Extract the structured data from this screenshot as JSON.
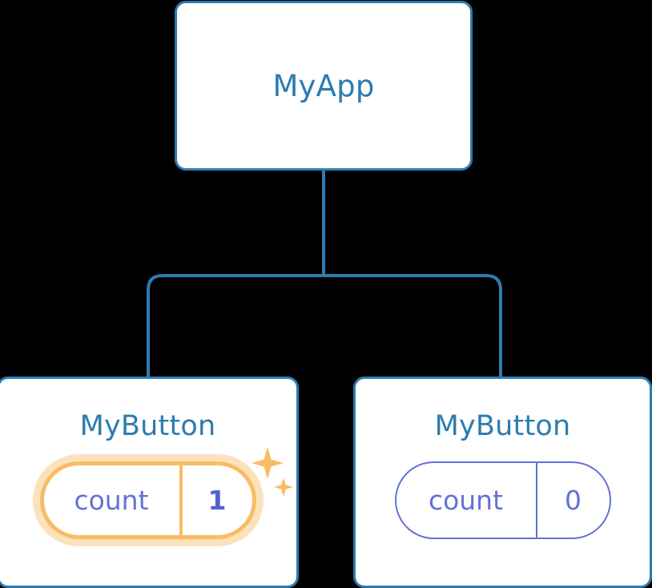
{
  "diagram": {
    "type": "component-tree",
    "background_color": "#000000",
    "node_border_color": "#2c7cb0",
    "node_title_color": "#2c7cb0",
    "connector_color": "#2c7cb0",
    "state_color": "#6471d6",
    "highlight_color": "#f9bc64",
    "highlight_glow_color": "#fbe2bb",
    "root": {
      "title": "MyApp"
    },
    "children": [
      {
        "title": "MyButton",
        "state": {
          "key": "count",
          "value": "1"
        },
        "highlighted": true,
        "sparkle": true
      },
      {
        "title": "MyButton",
        "state": {
          "key": "count",
          "value": "0"
        },
        "highlighted": false,
        "sparkle": false
      }
    ]
  }
}
